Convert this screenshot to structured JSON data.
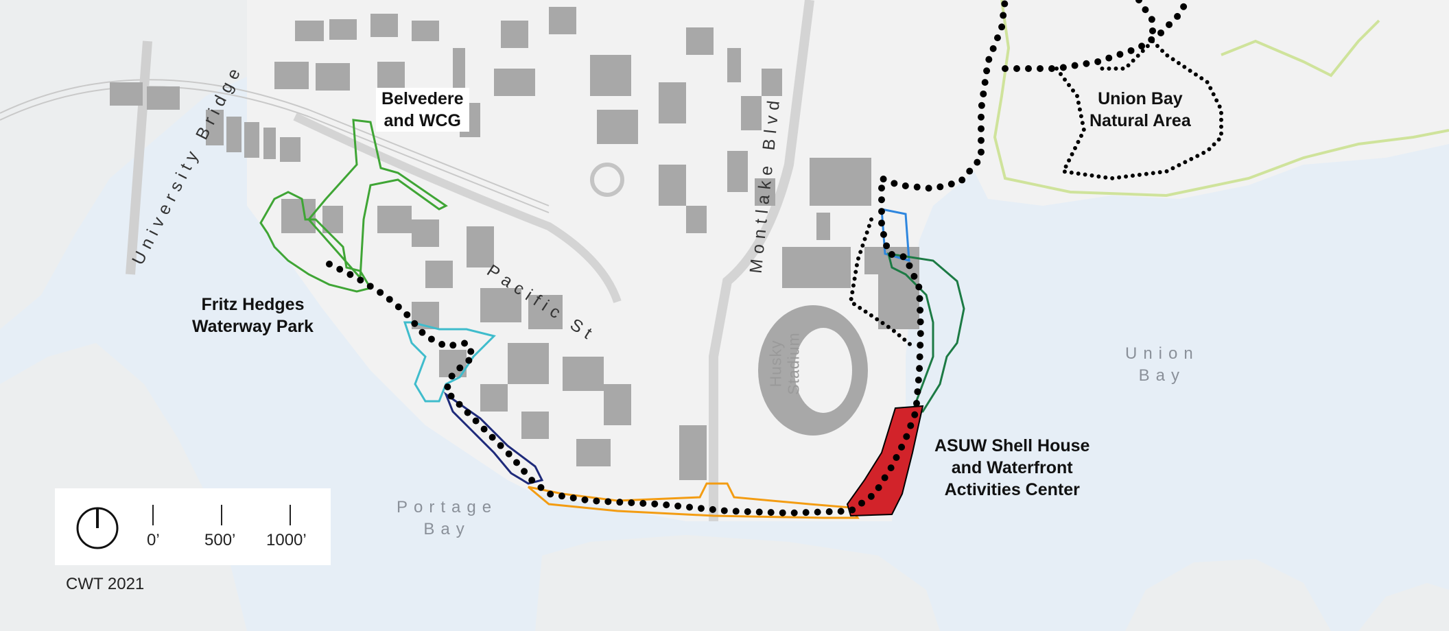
{
  "map": {
    "labels": {
      "belvedere": [
        "Belvedere",
        "and WCG"
      ],
      "union_bay_natural_area": [
        "Union Bay",
        "Natural Area"
      ],
      "fritz_hedges": [
        "Fritz Hedges",
        "Waterway Park"
      ],
      "asuw": [
        "ASUW Shell House",
        "and Waterfront",
        "Activities Center"
      ]
    },
    "water": {
      "union_bay": [
        "Union",
        "Bay"
      ],
      "portage_bay": [
        "Portage",
        "Bay"
      ]
    },
    "streets": {
      "university_bridge": "University Bridge",
      "montlake_blvd": "Montlake Blvd",
      "pacific_st": "Pacific St"
    },
    "stadium": [
      "Husky",
      "Stadium"
    ],
    "colors": {
      "water": "#e6eef6",
      "land": "#f2f2f2",
      "building": "#a8a8a8",
      "green_boundary": "#3fa535",
      "dark_green_boundary": "#1c7a44",
      "light_blue_boundary": "#3fbccc",
      "blue_boundary": "#2e86de",
      "navy_boundary": "#1e2a7a",
      "orange_boundary": "#f39c12",
      "natural_area_boundary": "#cfe39b",
      "highlight": "#d2232a",
      "trail": "#000000"
    }
  },
  "legend": {
    "north_icon": "north-arrow-icon",
    "scale_labels": [
      "0’",
      "500’",
      "1000’"
    ]
  },
  "credit": "CWT 2021"
}
